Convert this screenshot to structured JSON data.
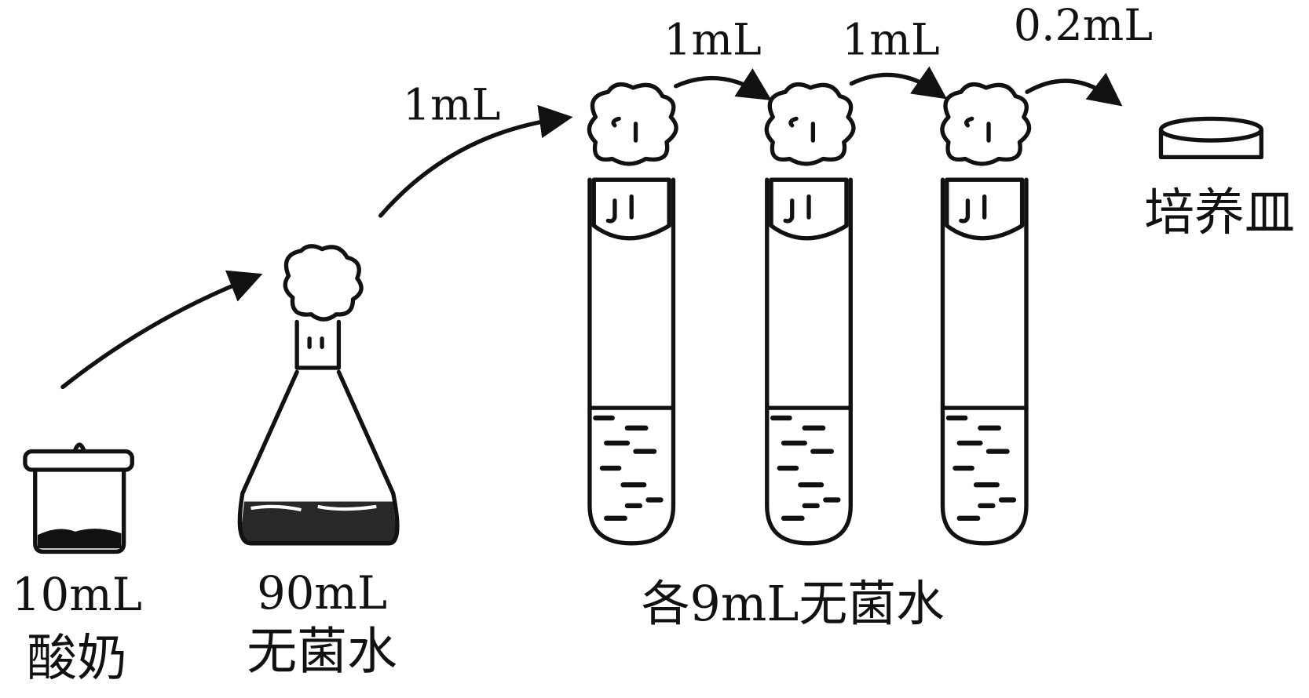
{
  "labels": {
    "yogurt_volume": "10mL",
    "yogurt_name": "酸奶",
    "flask_volume": "90mL",
    "flask_name": "无菌水",
    "transfer_1": "1mL",
    "transfer_2": "1mL",
    "transfer_3": "1mL",
    "transfer_4": "0.2mL",
    "tubes_caption": "各9mL无菌水",
    "dish_name": "培养皿"
  },
  "colors": {
    "ink": "#111111",
    "background": "#ffffff"
  }
}
